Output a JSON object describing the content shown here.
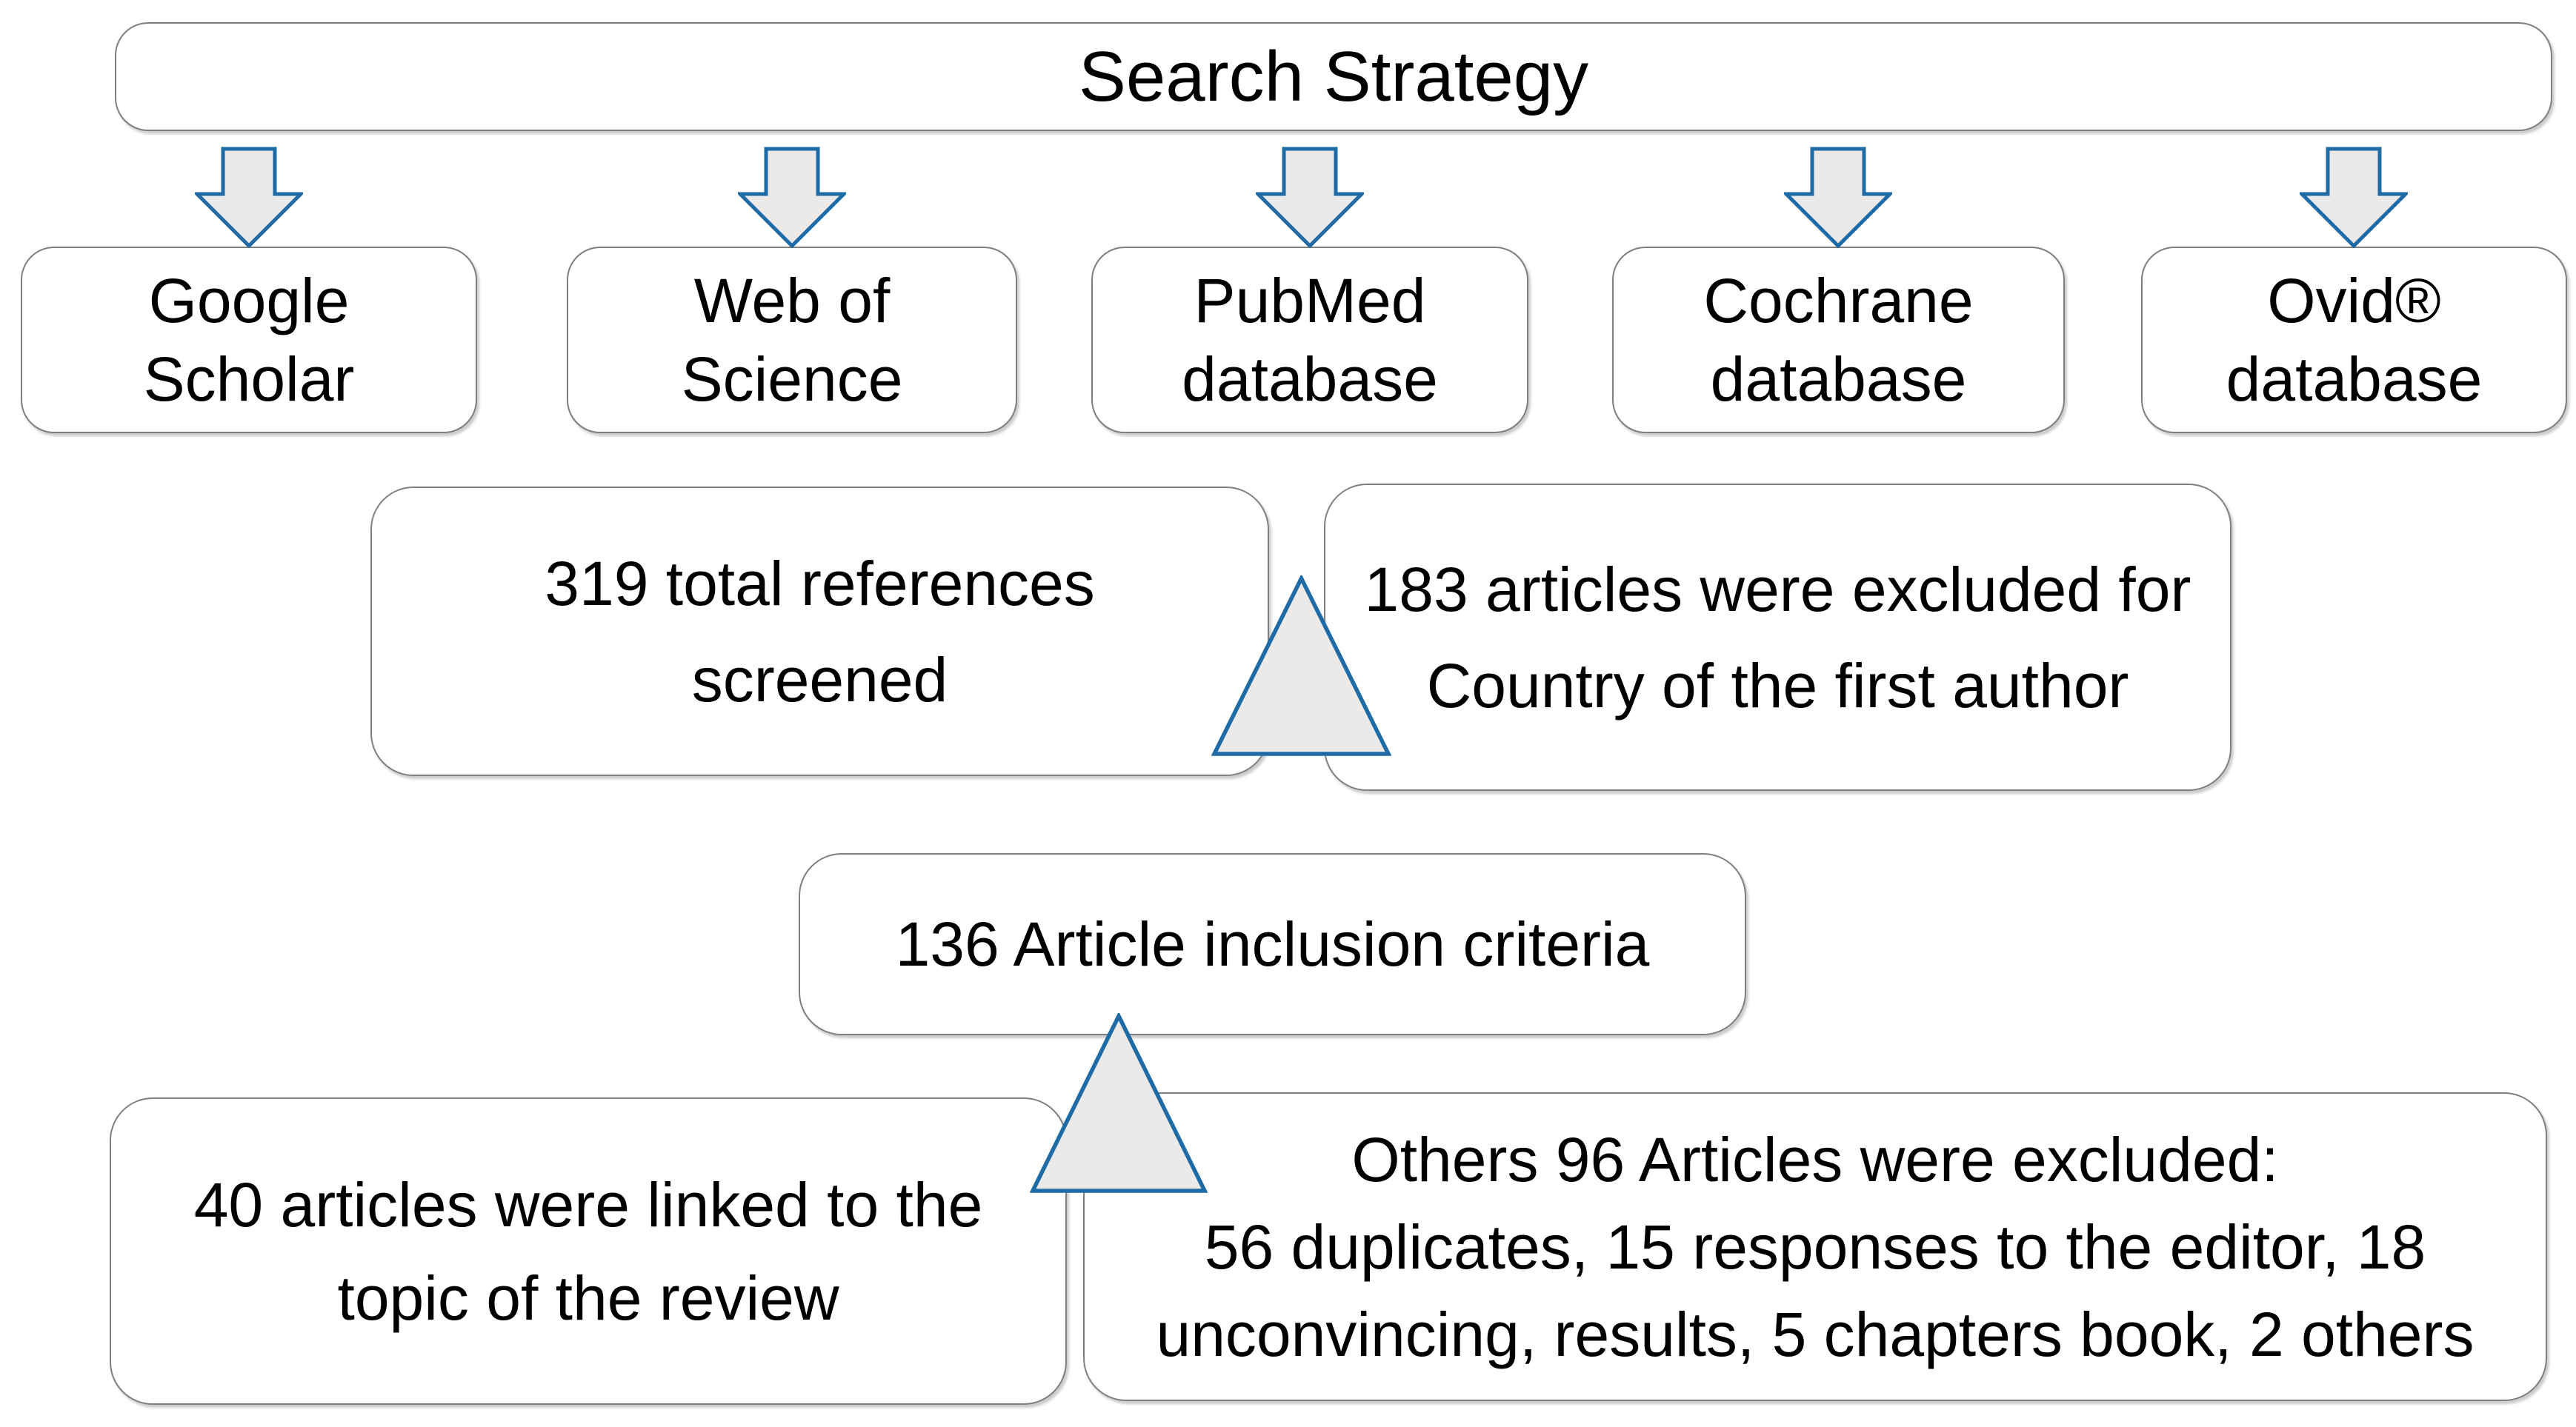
{
  "palette": {
    "accent_blue": "#1F6BA6",
    "shape_fill": "#ECEAE9",
    "box_border": "#7F7F7F",
    "text": "#000000",
    "background": "#FFFFFF"
  },
  "header": {
    "title": "Search Strategy"
  },
  "sources": [
    {
      "id": "google-scholar",
      "label": "Google\nScholar"
    },
    {
      "id": "web-of-science",
      "label": "Web of\nScience"
    },
    {
      "id": "pubmed",
      "label": "PubMed\ndatabase"
    },
    {
      "id": "cochrane",
      "label": "Cochrane\ndatabase"
    },
    {
      "id": "ovid",
      "label": "Ovid®\ndatabase"
    }
  ],
  "screening": {
    "total_screened": {
      "count": 319,
      "label": "319 total references\nscreened"
    },
    "excluded_country": {
      "count": 183,
      "label": "183 articles were excluded for\nCountry of the first author"
    },
    "inclusion_criteria": {
      "count": 136,
      "label": "136 Article inclusion criteria"
    },
    "linked_to_topic": {
      "count": 40,
      "label": "40 articles were linked to the\ntopic of the review"
    },
    "excluded_other": {
      "count": 96,
      "breakdown": {
        "duplicates": 56,
        "responses_to_editor": 15,
        "unconvincing_results": 18,
        "chapters_book": 5,
        "others": 2
      },
      "label": "Others 96 Articles were excluded:\n56 duplicates, 15 responses to the editor, 18\nunconvincing, results, 5 chapters book, 2 others"
    }
  }
}
